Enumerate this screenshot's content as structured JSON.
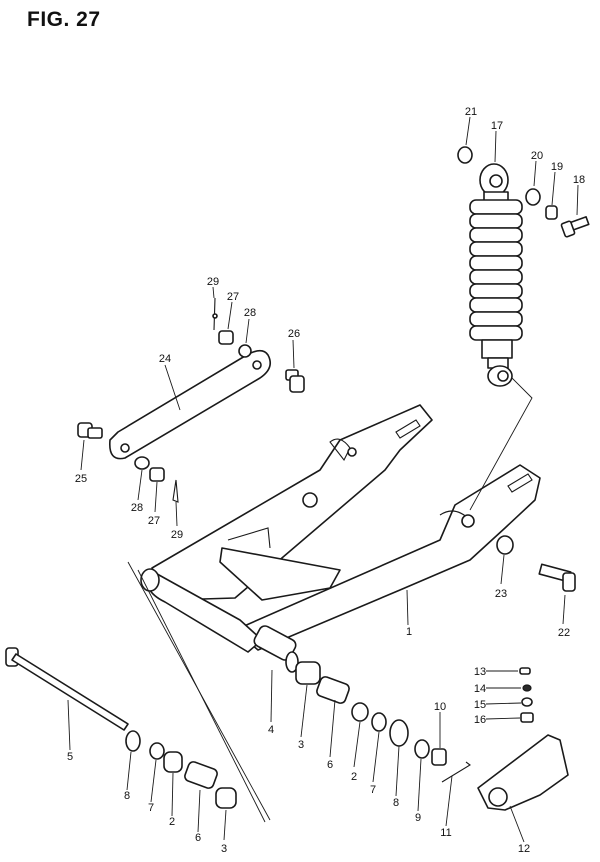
{
  "figure": {
    "title": "FIG. 27"
  },
  "callouts": {
    "c1": "1",
    "c2a": "2",
    "c2b": "2",
    "c3a": "3",
    "c3b": "3",
    "c4": "4",
    "c5": "5",
    "c6a": "6",
    "c6b": "6",
    "c7a": "7",
    "c7b": "7",
    "c8a": "8",
    "c8b": "8",
    "c9": "9",
    "c10": "10",
    "c11": "11",
    "c12": "12",
    "c13": "13",
    "c14": "14",
    "c15": "15",
    "c16": "16",
    "c17": "17",
    "c18": "18",
    "c19": "19",
    "c20": "20",
    "c21": "21",
    "c22": "22",
    "c23": "23",
    "c24": "24",
    "c25": "25",
    "c26": "26",
    "c27a": "27",
    "c27b": "27",
    "c28a": "28",
    "c28b": "28",
    "c29a": "29",
    "c29b": "29"
  }
}
